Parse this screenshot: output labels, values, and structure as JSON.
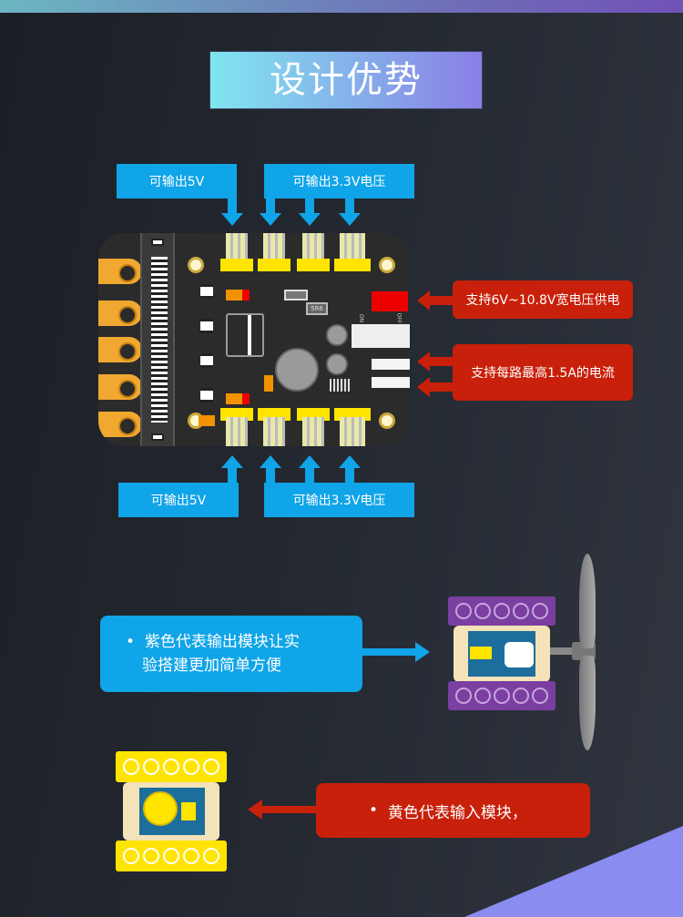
{
  "title": "设计优势",
  "callouts": {
    "top_5v": "可输出5V",
    "top_33v": "可输出3.3V电压",
    "bottom_5v": "可输出5V",
    "bottom_33v": "可输出3.3V电压",
    "voltage_supply": "支持6V~10.8V宽电压供电",
    "current": "支持每路最高1.5A的电流"
  },
  "board": {
    "inductor_label": "5R6",
    "switch_on": "ON",
    "switch_off": "OFF"
  },
  "purple_module": {
    "bullet": "•",
    "text_line1": "紫色代表输出模块让实",
    "text_line2": "验搭建更加简单方便"
  },
  "yellow_module": {
    "bullet": "•",
    "text": "黄色代表输入模块，"
  },
  "colors": {
    "blue": "#10a4e8",
    "red": "#c8200a",
    "purple": "#7a3fa0",
    "yellow": "#ffe400"
  }
}
